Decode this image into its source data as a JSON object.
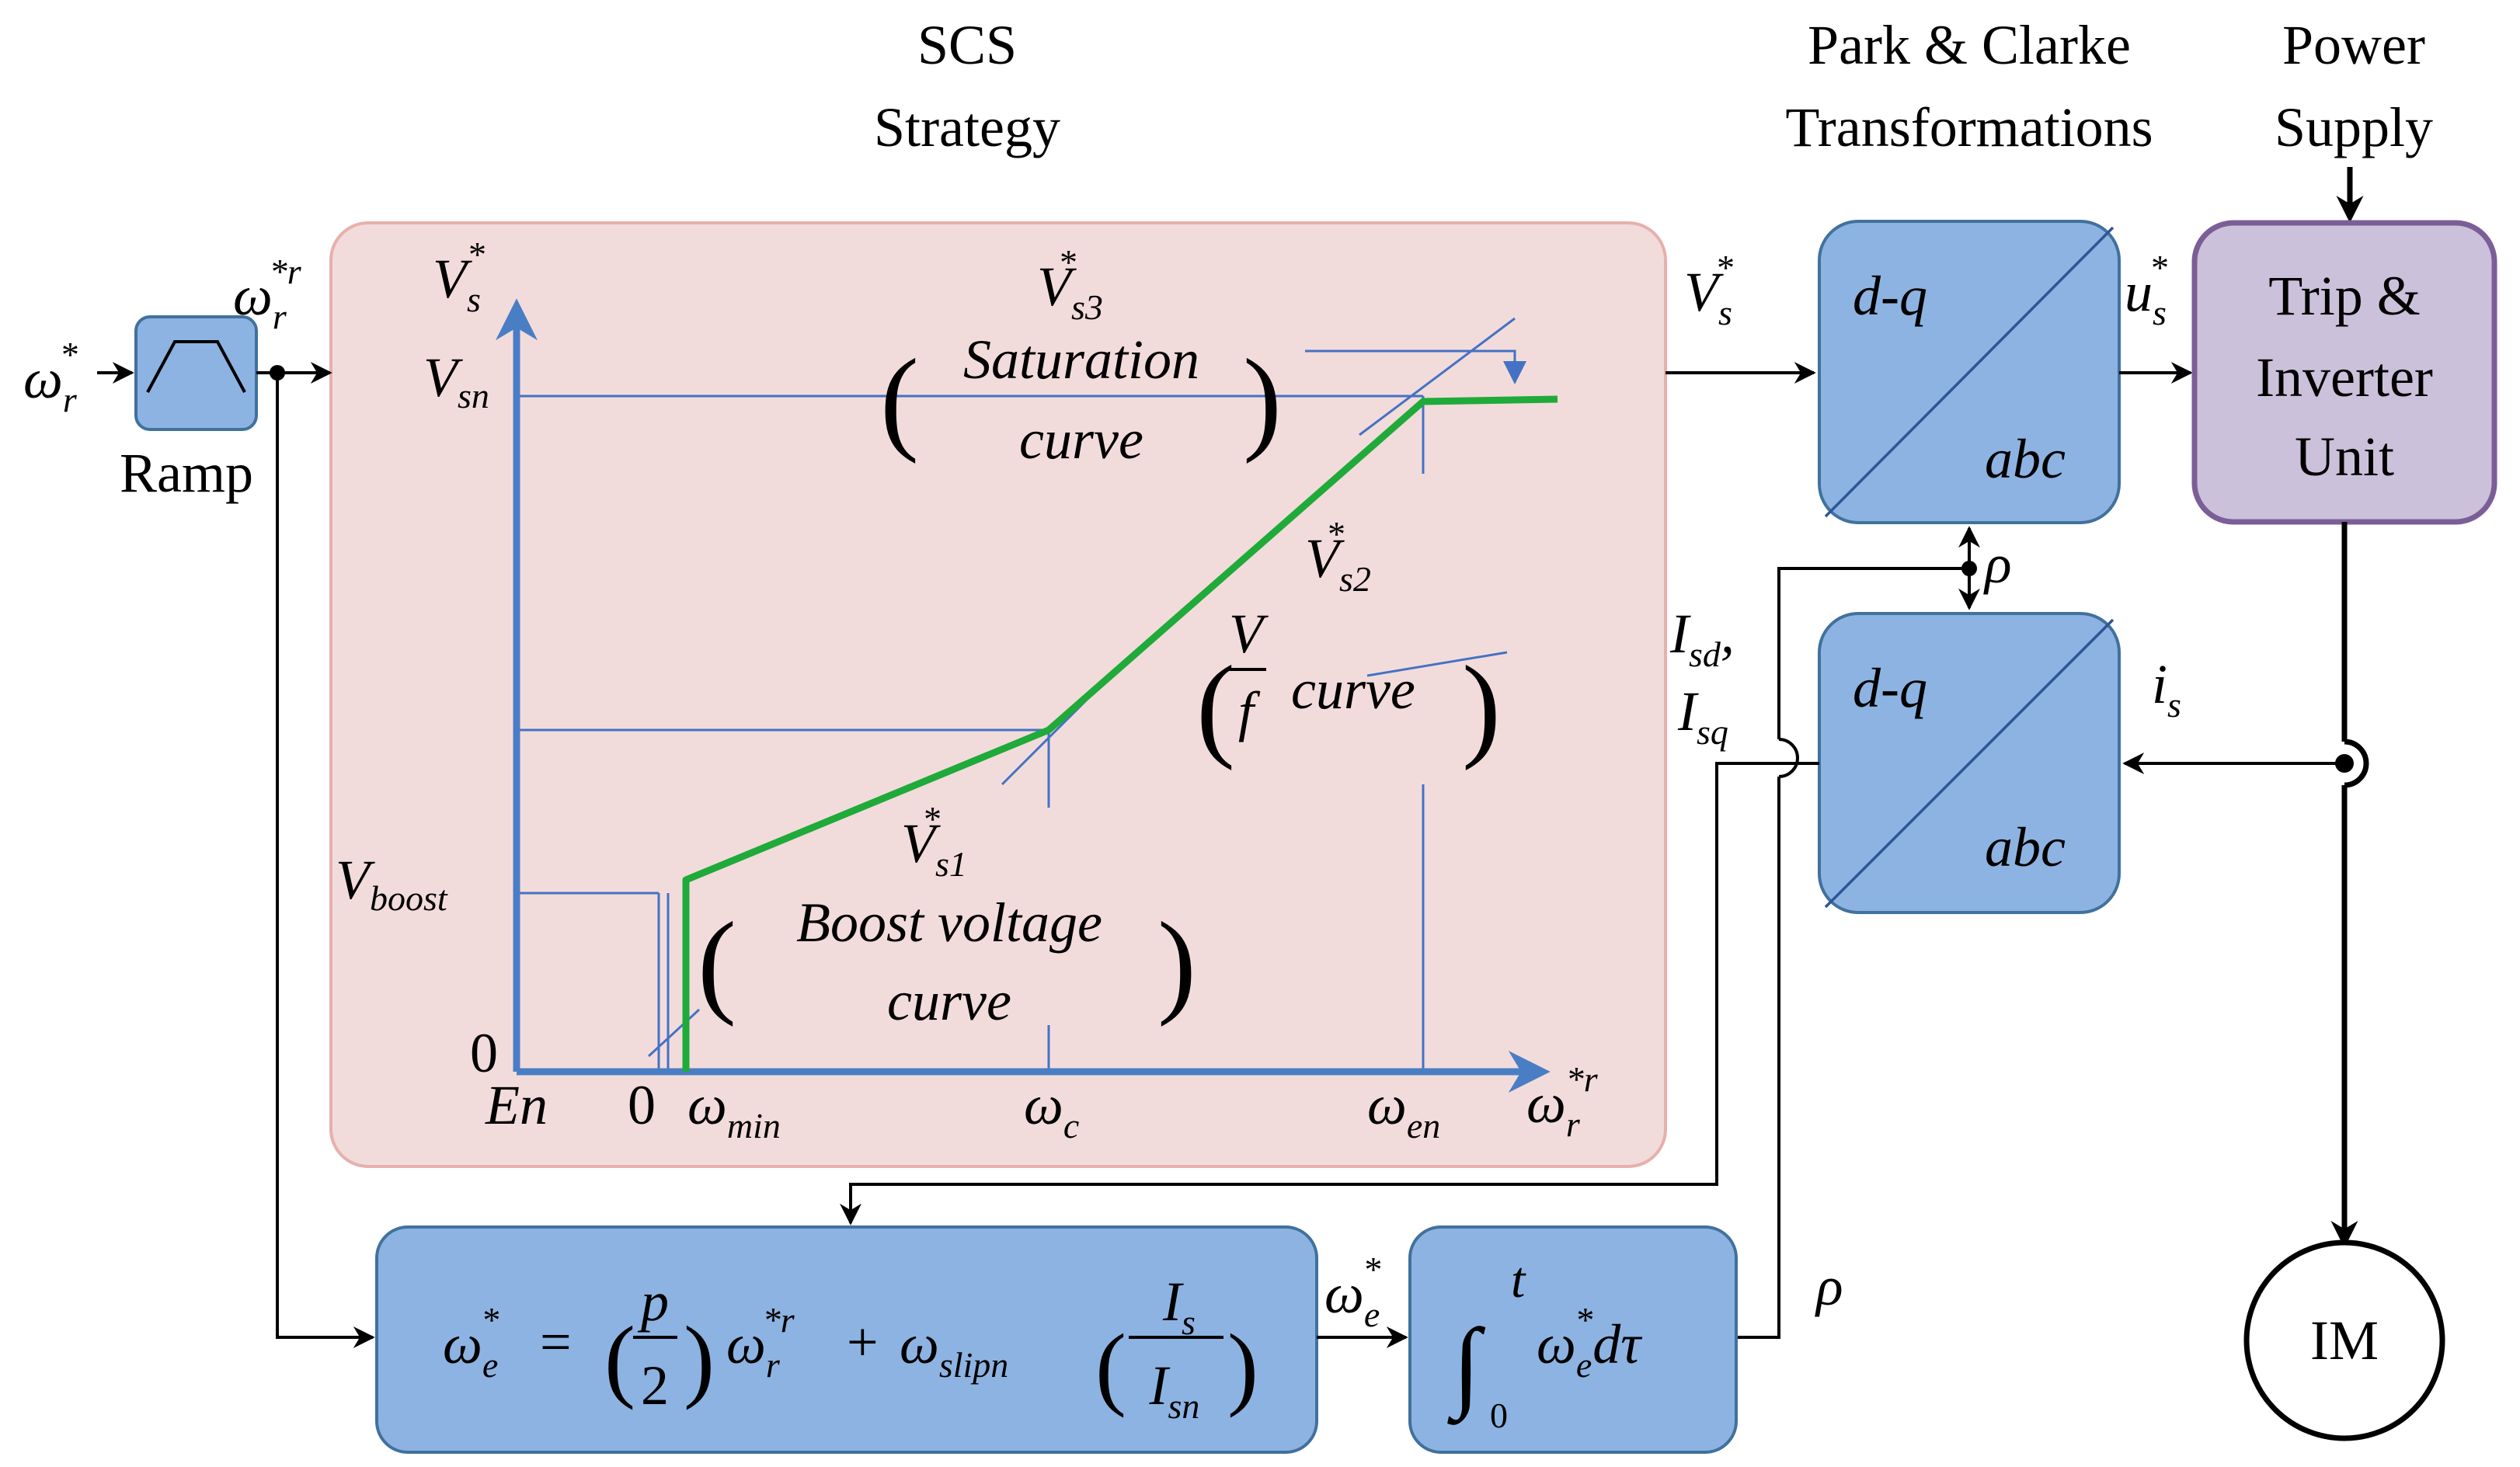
{
  "headers": {
    "scs_line1": "SCS",
    "scs_line2": "Strategy",
    "park_line1": "Park & Clarke",
    "park_line2": "Transformations",
    "power_line1": "Power",
    "power_line2": "Supply"
  },
  "ramp": {
    "label": "Ramp"
  },
  "signals": {
    "omega_r_star": "ω",
    "omega_r_star_sub": "r",
    "omega_r_star_sup": "*",
    "omega_r_star_r": "ω",
    "omega_r_star_r_sub": "r",
    "omega_r_star_r_sup": "*r",
    "vs_star": "V",
    "vs_star_sub": "s",
    "vs_star_sup": "*",
    "us_star": "u",
    "us_star_sub": "s",
    "us_star_sup": "*",
    "rho": "ρ",
    "rho2": "ρ",
    "isd_isq": "I",
    "isd_sub": "sd",
    "isd_comma": ",",
    "isq": "I",
    "isq_sub": "sq",
    "is": "i",
    "is_sub": "s",
    "omega_e_star": "ω",
    "omega_e_star_sub": "e",
    "omega_e_star_sup": "*"
  },
  "chart": {
    "y_axis": {
      "V": "V",
      "sub": "s",
      "sup": "*"
    },
    "x_axis": {
      "w": "ω",
      "sub": "r",
      "sup": "*r"
    },
    "y_ticks": [
      {
        "main": "V",
        "sub": "sn"
      },
      {
        "main": "V",
        "sub": "boost"
      },
      {
        "main": "0",
        "sub": ""
      }
    ],
    "x_ticks": [
      {
        "main": "En",
        "sub": ""
      },
      {
        "main": "0",
        "sub": ""
      },
      {
        "main": "ω",
        "sub": "min"
      },
      {
        "main": "ω",
        "sub": "c"
      },
      {
        "main": "ω",
        "sub": "en"
      }
    ],
    "labels": {
      "vs3": {
        "main": "V",
        "sub": "s3",
        "sup": "*"
      },
      "vs2": {
        "main": "V",
        "sub": "s2",
        "sup": "*"
      },
      "vs1": {
        "main": "V",
        "sub": "s1",
        "sup": "*"
      },
      "saturation_l1": "Saturation",
      "saturation_l2": "curve",
      "vf_num": "V",
      "vf_den": "f",
      "vf_curve": "curve",
      "boost_l1": "Boost voltage",
      "boost_l2": "curve"
    }
  },
  "blocks": {
    "dq_top": {
      "left": "d-q",
      "right": "abc"
    },
    "dq_bottom": {
      "left": "d-q",
      "right": "abc"
    },
    "inverter": {
      "line1": "Trip &",
      "line2": "Inverter",
      "line3": "Unit"
    },
    "im": {
      "label": "IM"
    },
    "slip_eq": {
      "lhs": "ω",
      "lhs_sub": "e",
      "lhs_sup": "*",
      "eq": "=",
      "p": "p",
      "two": "2",
      "w": "ω",
      "w_sub": "r",
      "w_sup": "*r",
      "plus": "+",
      "ws": "ω",
      "ws_sub": "slipn",
      "Is": "I",
      "Is_sub": "s",
      "Isn": "I",
      "Isn_sub": "sn"
    },
    "integrator": {
      "upper": "t",
      "lower": "0",
      "w": "ω",
      "w_sub": "e",
      "w_sup": "*",
      "dtau": "dτ"
    }
  },
  "colors": {
    "scs_panel_fill": "#f2dcdb",
    "scs_panel_border": "#e6b0ad",
    "block_fill": "#8db3e2",
    "inverter_fill": "#ccc1da",
    "inverter_border": "#7b5e97",
    "axis": "#4a7ec4",
    "curve": "#1faa3a"
  }
}
